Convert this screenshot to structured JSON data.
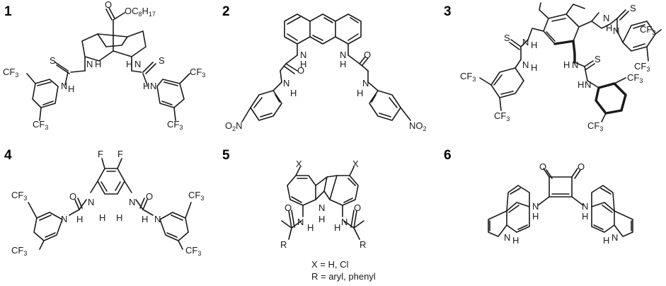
{
  "compounds": [
    {
      "number": "1",
      "atoms": {
        "ester": "O",
        "ester_R": "OC",
        "c8": "8",
        "h17": "17",
        "nh_a": "N",
        "h_a": "H",
        "nh_b": "N",
        "h_b": "H",
        "s_a": "S",
        "s_b": "S",
        "nh_c": "N",
        "h_c": "H",
        "nh_d": "N",
        "h_d": "H",
        "cf3_a": "CF",
        "cf3_b": "CF",
        "cf3_c": "CF",
        "cf3_d": "CF",
        "three": "3"
      }
    },
    {
      "number": "2",
      "atoms": {
        "o1": "O",
        "o2": "O",
        "nh1": "N",
        "h1": "H",
        "nh2": "N",
        "h2": "H",
        "nh3": "N",
        "h3": "H",
        "nh4": "N",
        "h4": "H",
        "no2_a": "O",
        "no2_b": "NO",
        "two": "2"
      }
    },
    {
      "number": "3",
      "atoms": {
        "s1": "S",
        "s2": "S",
        "s3": "S",
        "n": "N",
        "h": "H",
        "cf3": "CF",
        "three": "3"
      }
    },
    {
      "number": "4",
      "atoms": {
        "f1": "F",
        "f2": "F",
        "o1": "O",
        "o2": "O",
        "n": "N",
        "h": "H",
        "cf3": "CF",
        "three": "3"
      }
    },
    {
      "number": "5",
      "atoms": {
        "x": "X",
        "o": "O",
        "n": "N",
        "h": "H",
        "r": "R"
      },
      "legend": [
        "X = H, Cl",
        "R = aryl, phenyl"
      ]
    },
    {
      "number": "6",
      "atoms": {
        "o": "O",
        "n": "N",
        "h": "H"
      }
    }
  ]
}
